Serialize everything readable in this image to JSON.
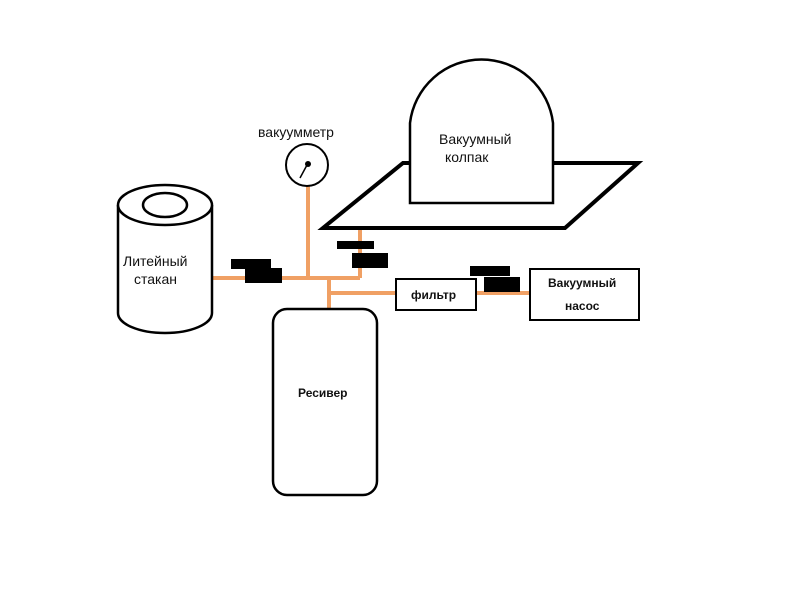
{
  "labels": {
    "vacuum_gauge": "вакуумметр",
    "bell_jar_line1": "Вакуумный",
    "bell_jar_line2": "колпак",
    "casting_flask_line1": "Литейный",
    "casting_flask_line2": "стакан",
    "filter": "фильтр",
    "pump_line1": "Вакуумный",
    "pump_line2": "насос",
    "receiver": "Ресивер"
  },
  "colors": {
    "pipe": "#f0a064",
    "outline": "#000000",
    "valve": "#000000",
    "background": "#ffffff"
  },
  "icons": {
    "valve": "valve-icon",
    "gauge": "gauge-icon"
  }
}
